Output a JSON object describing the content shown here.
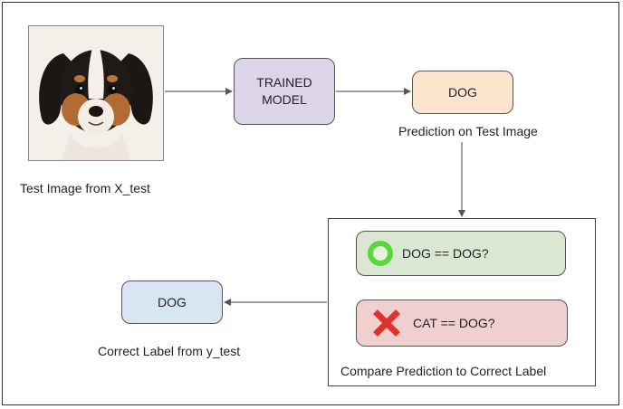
{
  "test_image": {
    "caption": "Test Image from X_test",
    "subject": "puppy"
  },
  "model": {
    "line1": "TRAINED",
    "line2": "MODEL",
    "color": "#dcd5ea"
  },
  "prediction": {
    "label": "DOG",
    "caption": "Prediction on Test Image",
    "color": "#fbe6cd"
  },
  "correct": {
    "label": "DOG",
    "caption": "Correct Label from y_test",
    "color": "#d8e5f3"
  },
  "compare": {
    "caption": "Compare Prediction to Correct Label",
    "match": {
      "text": "DOG == DOG?",
      "icon": "green-circle-icon",
      "color": "#dae8d3"
    },
    "mismatch": {
      "text": "CAT == DOG?",
      "icon": "red-x-icon",
      "color": "#f0cfcf"
    }
  }
}
